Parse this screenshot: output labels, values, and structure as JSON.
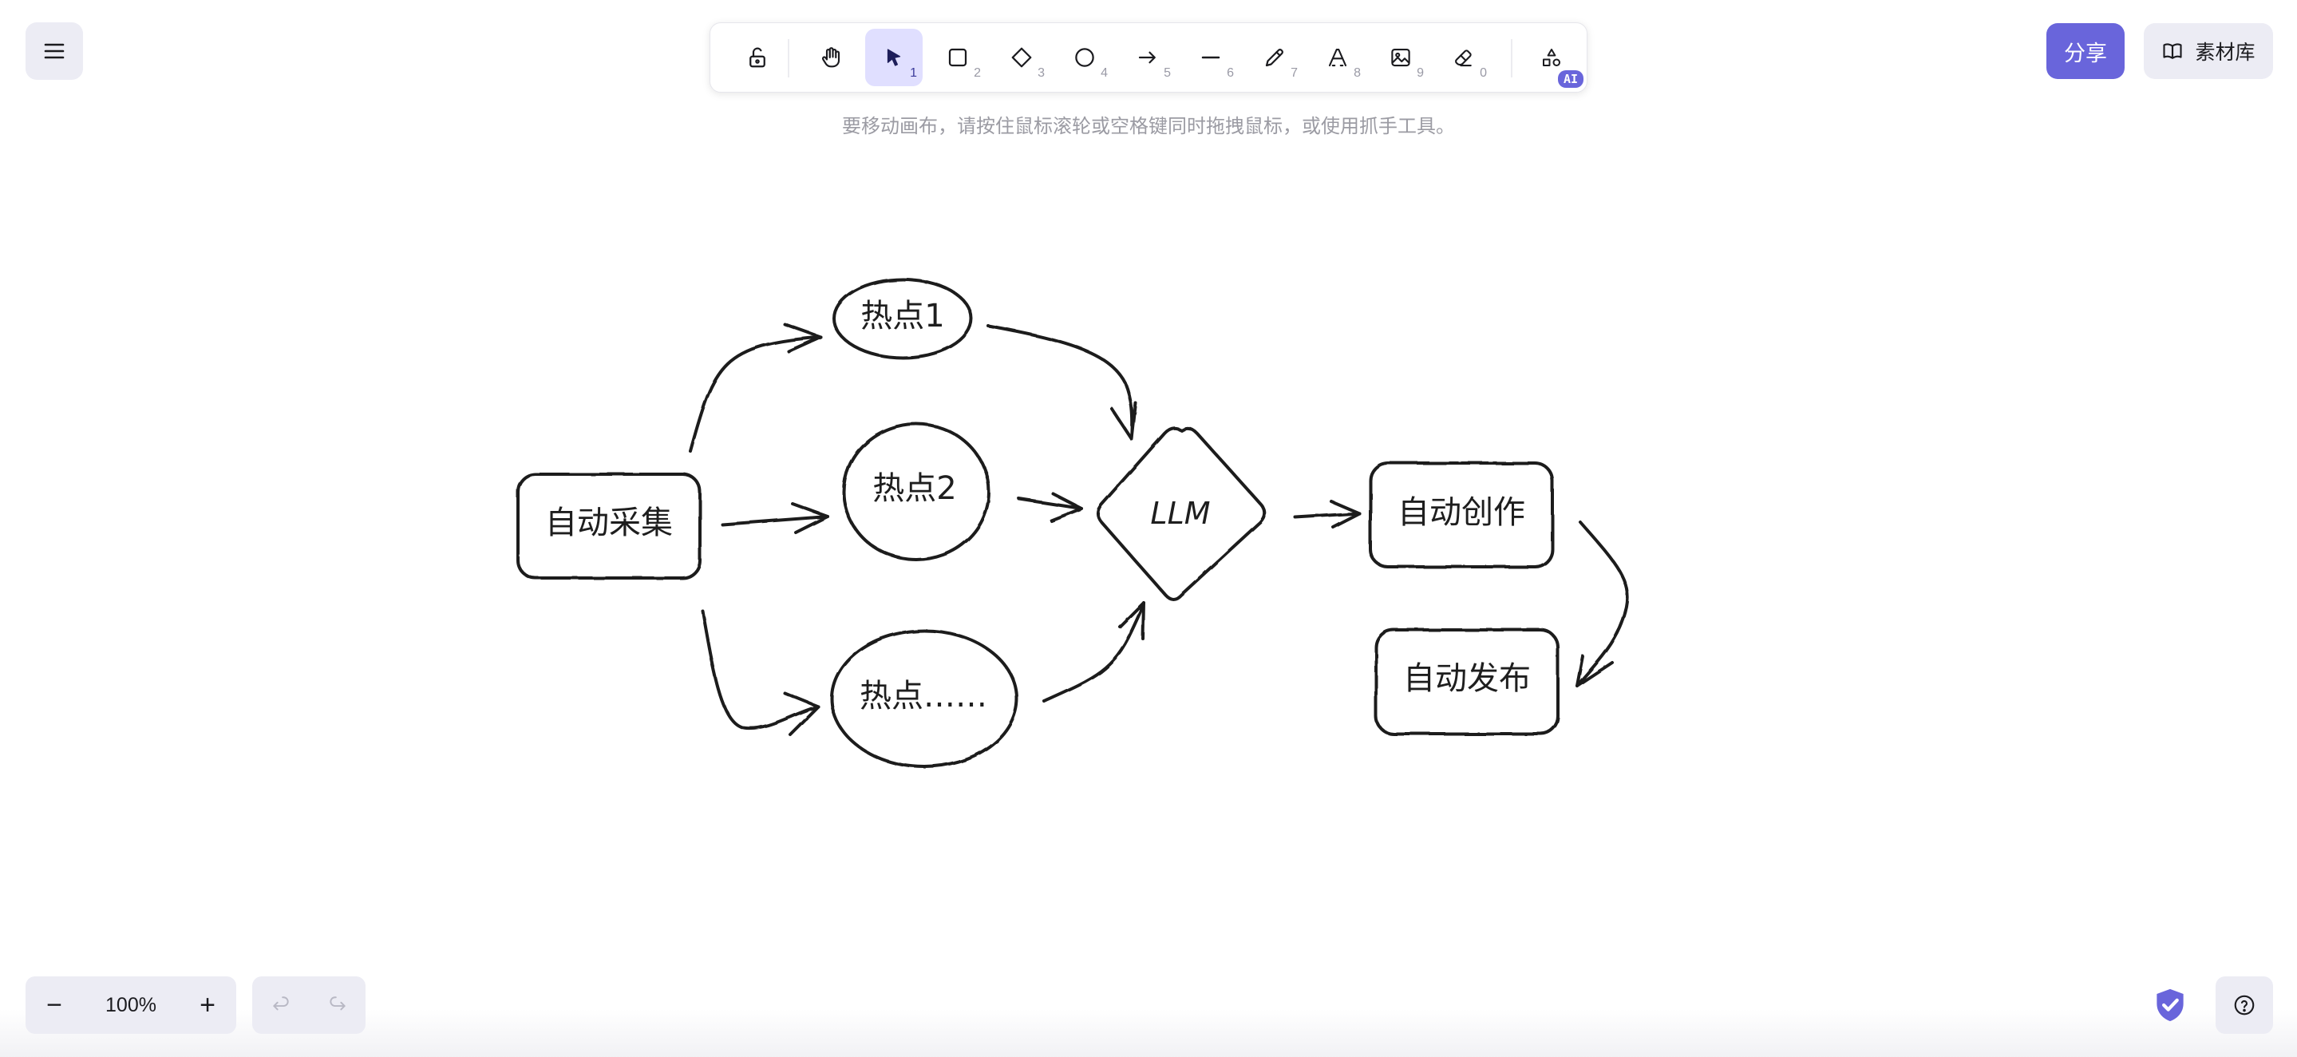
{
  "header": {
    "menu_icon": "hamburger-icon",
    "share_label": "分享",
    "library_label": "素材库",
    "library_icon": "book-icon"
  },
  "toolbar": {
    "tools": [
      {
        "name": "lock",
        "icon": "lock-icon",
        "key": ""
      },
      {
        "name": "hand",
        "icon": "hand-icon",
        "key": ""
      },
      {
        "name": "selection",
        "icon": "pointer-icon",
        "key": "1",
        "active": true
      },
      {
        "name": "rectangle",
        "icon": "rectangle-icon",
        "key": "2"
      },
      {
        "name": "diamond",
        "icon": "diamond-icon",
        "key": "3"
      },
      {
        "name": "ellipse",
        "icon": "ellipse-icon",
        "key": "4"
      },
      {
        "name": "arrow",
        "icon": "arrow-icon",
        "key": "5"
      },
      {
        "name": "line",
        "icon": "line-icon",
        "key": "6"
      },
      {
        "name": "draw",
        "icon": "pencil-icon",
        "key": "7"
      },
      {
        "name": "text",
        "icon": "text-icon",
        "key": "8"
      },
      {
        "name": "image",
        "icon": "image-icon",
        "key": "9"
      },
      {
        "name": "eraser",
        "icon": "eraser-icon",
        "key": "0"
      },
      {
        "name": "more-shapes",
        "icon": "shapes-icon",
        "key": "",
        "badge": "AI"
      }
    ]
  },
  "hint": "要移动画布，请按住鼠标滚轮或空格键同时拖拽鼠标，或使用抓手工具。",
  "diagram": {
    "nodes": {
      "collect": "自动采集",
      "hot1": "热点1",
      "hot2": "热点2",
      "hot3": "热点……",
      "llm": "LLM",
      "create": "自动创作",
      "publish": "自动发布"
    }
  },
  "footer": {
    "zoom_value": "100%",
    "zoom_out_label": "−",
    "zoom_in_label": "+"
  },
  "colors": {
    "accent": "#6965db",
    "accent_light": "#e0dfff",
    "stroke": "#1e1e1e",
    "button_bg": "#ececf4",
    "hint_text": "#9b9ba3"
  }
}
